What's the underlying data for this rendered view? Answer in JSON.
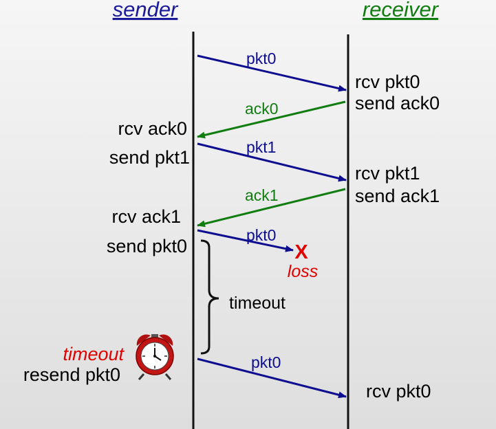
{
  "headers": {
    "sender": "sender",
    "receiver": "receiver"
  },
  "messages": {
    "m1": "pkt0",
    "m2": "ack0",
    "m3": "pkt1",
    "m4": "ack1",
    "m5": "pkt0",
    "m6": "pkt0"
  },
  "sender_events": {
    "rcv_ack0": "rcv ack0",
    "send_pkt1": "send pkt1",
    "rcv_ack1": "rcv ack1",
    "send_pkt0": "send pkt0",
    "timeout": "timeout",
    "resend_pkt0": "resend pkt0"
  },
  "receiver_events": {
    "rcv_pkt0_a": "rcv pkt0",
    "send_ack0": "send ack0",
    "rcv_pkt1": "rcv pkt1",
    "send_ack1": "send ack1",
    "rcv_pkt0_b": "rcv pkt0"
  },
  "loss": {
    "mark": "X",
    "label": "loss"
  },
  "timer": {
    "label": "timeout"
  },
  "icons": {
    "alarm": "alarm-clock-icon",
    "loss": "x-mark-icon"
  },
  "colors": {
    "data_packet": "#0d0d8f",
    "ack_packet": "#117d11",
    "loss": "#e00000",
    "header": "#1a1a9a",
    "header_receiver": "#117d11",
    "timeline": "#111111"
  }
}
